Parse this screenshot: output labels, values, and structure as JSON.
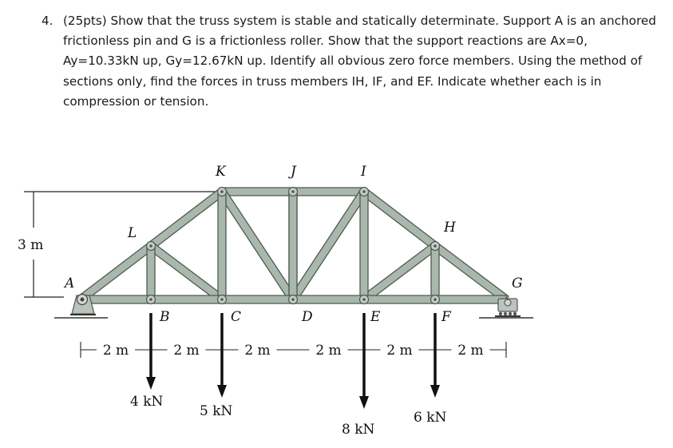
{
  "problem": {
    "number": "4.",
    "text": "(25pts) Show that the truss system is stable and statically determinate. Support A is an anchored frictionless pin and G is a frictionless roller. Show that the support reactions are Ax=0, Ay=10.33kN up, Gy=12.67kN up. Identify all obvious zero force members. Using the method of sections only, find the forces in truss members IH, IF, and EF. Indicate whether each is in compression or tension."
  },
  "figure": {
    "height_label": "3 m",
    "joints": {
      "A": "A",
      "B": "B",
      "C": "C",
      "D": "D",
      "E": "E",
      "F": "F",
      "G": "G",
      "H": "H",
      "I": "I",
      "J": "J",
      "K": "K",
      "L": "L"
    },
    "spans": [
      "2 m",
      "2 m",
      "2 m",
      "2 m",
      "2 m",
      "2 m"
    ],
    "loads": [
      "4 kN",
      "5 kN",
      "8 kN",
      "6 kN"
    ],
    "colors": {
      "member_fill": "#a9b7ac",
      "member_stroke": "#4e5a52",
      "load_arrow": "#111111"
    }
  }
}
